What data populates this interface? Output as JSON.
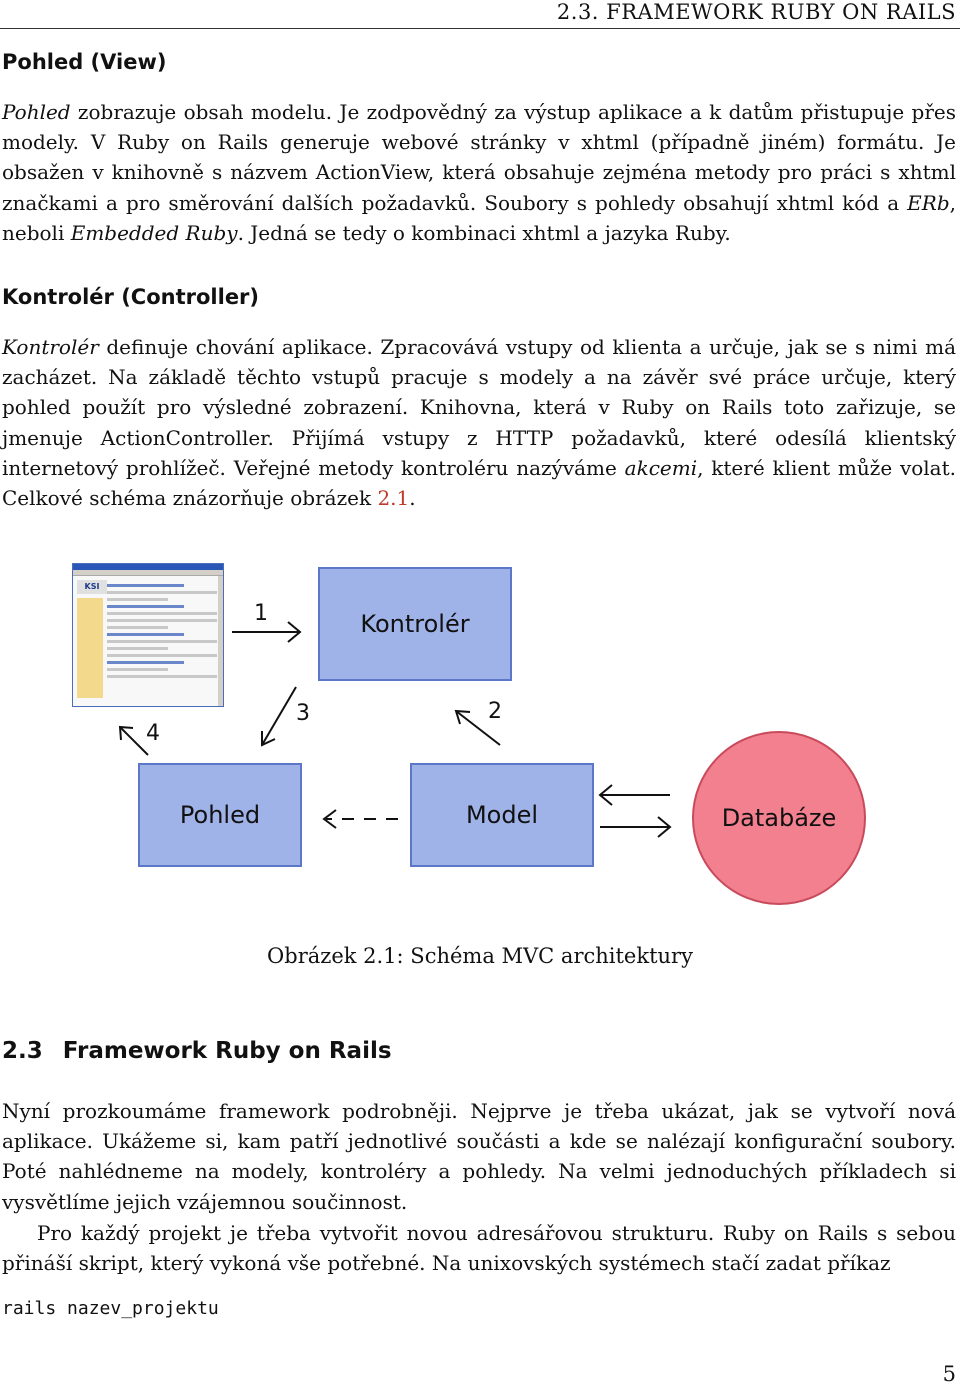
{
  "running_head": "2.3.  FRAMEWORK RUBY ON RAILS",
  "view_section": {
    "heading": "Pohled (View)",
    "p1": "Pohled",
    "p2": " zobrazuje obsah modelu. Je zodpovědný za výstup aplikace a k datům přistupuje přes modely. V Ruby on Rails generuje webové stránky v xhtml (případně jiném) formátu. Je obsažen v knihovně s názvem ActionView, která obsahuje zejména metody pro práci s xhtml značkami a pro směrování dalších požadavků. Soubory s pohledy obsahují xhtml kód a ",
    "p3": "ERb",
    "p4": ", neboli ",
    "p5": "Embedded Ruby",
    "p6": ". Jedná se tedy o kombinaci xhtml a jazyka Ruby."
  },
  "controller_section": {
    "heading": "Kontrolér (Controller)",
    "p1": "Kontrolér",
    "p2": " definuje chování aplikace. Zpracovává vstupy od klienta a určuje, jak se s nimi má zacházet. Na základě těchto vstupů pracuje s modely a na závěr své práce určuje, který pohled použít pro výsledné zobrazení. Knihovna, která v Ruby on Rails toto zařizuje, se jmenuje ActionController. Přijímá vstupy z HTTP požadavků, které odesílá klientský internetový prohlížeč. Veřejné metody kontroléru nazýváme ",
    "p3": "akcemi",
    "p4": ", které klient může volat. Celkové schéma znázorňuje obrázek ",
    "ref": "2.1",
    "p5": "."
  },
  "diagram": {
    "browser_logo": "KSI",
    "controller": "Kontrolér",
    "view": "Pohled",
    "model": "Model",
    "database": "Databáze",
    "step1": "1",
    "step2": "2",
    "step3": "3",
    "step4": "4",
    "colors": {
      "box_fill": "#9fb3e8",
      "box_border": "#5c77c8",
      "db_fill": "#f2808f",
      "db_border": "#c94a5b"
    }
  },
  "caption": "Obrázek 2.1: Schéma MVC architektury",
  "section": {
    "number": "2.3",
    "title": "Framework Ruby on Rails"
  },
  "body_p1": "Nyní prozkoumáme framework podrobněji. Nejprve je třeba ukázat, jak se vytvoří nová aplikace. Ukážeme si, kam patří jednotlivé součásti a kde se nalézají konfigurační soubory. Poté nahlédneme na modely, kontroléry a pohledy. Na velmi jednoduchých příkladech si vysvětlíme jejich vzájemnou součinnost.",
  "body_p2": "Pro každý projekt je třeba vytvořit novou adresářovou strukturu. Ruby on Rails s sebou přináší skript, který vykoná vše potřebné. Na unixovských systémech stačí zadat příkaz",
  "code": "rails nazev_projektu",
  "page_number": "5"
}
